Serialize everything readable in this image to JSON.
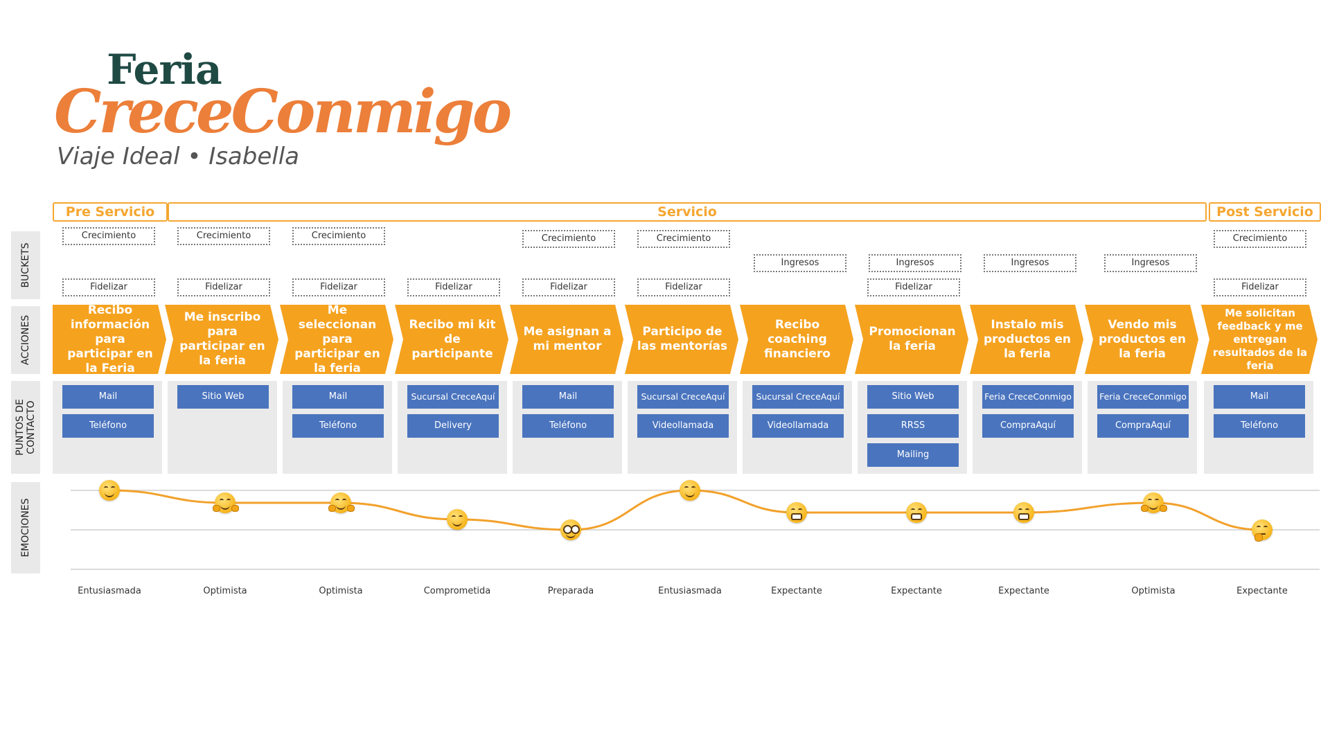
{
  "brand": {
    "line1": "Feria",
    "line2": "CreceConmigo",
    "subtitle": "Viaje Ideal • Isabella"
  },
  "phases": {
    "pre": "Pre Servicio",
    "service": "Servicio",
    "post": "Post Servicio"
  },
  "row_labels": {
    "buckets": "BUCKETS",
    "actions": "ACCIONES",
    "touchpoints_l1": "PUNTOS DE",
    "touchpoints_l2": "CONTACTO",
    "emotions": "EMOCIONES"
  },
  "steps": [
    {
      "top_bucket": "Crecimiento",
      "bottom_bucket": "Fidelizar",
      "action": "Recibo información para participar en la Feria",
      "touchpoints": [
        "Mail",
        "Teléfono"
      ],
      "emotion": "Entusiasmada",
      "emoji": "smile-icon"
    },
    {
      "top_bucket": "Crecimiento",
      "bottom_bucket": "Fidelizar",
      "action": "Me inscribo para participar en la feria",
      "touchpoints": [
        "Sitio Web"
      ],
      "emotion": "Optimista",
      "emoji": "hug-icon"
    },
    {
      "top_bucket": "Crecimiento",
      "bottom_bucket": "Fidelizar",
      "action": "Me seleccionan para participar en la feria",
      "touchpoints": [
        "Mail",
        "Teléfono"
      ],
      "emotion": "Optimista",
      "emoji": "hug-icon"
    },
    {
      "top_bucket": "",
      "bottom_bucket": "Fidelizar",
      "action": "Recibo mi kit de participante",
      "touchpoints": [
        "Sucursal CreceAquí",
        "Delivery"
      ],
      "emotion": "Comprometida",
      "emoji": "smile-icon"
    },
    {
      "top_bucket": "Crecimiento",
      "bottom_bucket": "Fidelizar",
      "action": "Me asignan a mi mentor",
      "touchpoints": [
        "Mail",
        "Teléfono"
      ],
      "emotion": "Preparada",
      "emoji": "nerd-icon"
    },
    {
      "top_bucket": "Crecimiento",
      "bottom_bucket": "Fidelizar",
      "action": "Participo de las mentorías",
      "touchpoints": [
        "Sucursal CreceAquí",
        "Videollamada"
      ],
      "emotion": "Entusiasmada",
      "emoji": "smile-icon"
    },
    {
      "mid_bucket": "Ingresos",
      "action": "Recibo coaching financiero",
      "touchpoints": [
        "Sucursal CreceAquí",
        "Videollamada"
      ],
      "emotion": "Expectante",
      "emoji": "grimace-icon"
    },
    {
      "mid_bucket": "Ingresos",
      "bottom_bucket": "Fidelizar",
      "action": "Promocionan la feria",
      "touchpoints": [
        "Sitio Web",
        "RRSS",
        "Mailing"
      ],
      "emotion": "Expectante",
      "emoji": "grimace-icon"
    },
    {
      "mid_bucket": "Ingresos",
      "action": "Instalo mis productos en la feria",
      "touchpoints": [
        "Feria CreceConmigo",
        "CompraAquí"
      ],
      "emotion": "Expectante",
      "emoji": "grimace-icon"
    },
    {
      "mid_bucket": "Ingresos",
      "action": "Vendo mis productos en la feria",
      "touchpoints": [
        "Feria CreceConmigo",
        "CompraAquí"
      ],
      "emotion": "Optimista",
      "emoji": "hug-icon"
    },
    {
      "top_bucket": "Crecimiento",
      "bottom_bucket": "Fidelizar",
      "action": "Me solicitan feedback y me entregan resultados de la feria",
      "touchpoints": [
        "Mail",
        "Teléfono"
      ],
      "emotion": "Expectante",
      "emoji": "thinking-icon"
    }
  ],
  "emotion_levels": [
    4,
    3,
    3,
    2,
    1,
    4,
    2.5,
    2.5,
    2.5,
    3,
    1
  ],
  "colors": {
    "orange": "#f5a21f",
    "blue": "#4a74be",
    "phase_border": "#f5a630",
    "title_orange": "#ec7f3a",
    "title_green": "#1f4a44"
  }
}
